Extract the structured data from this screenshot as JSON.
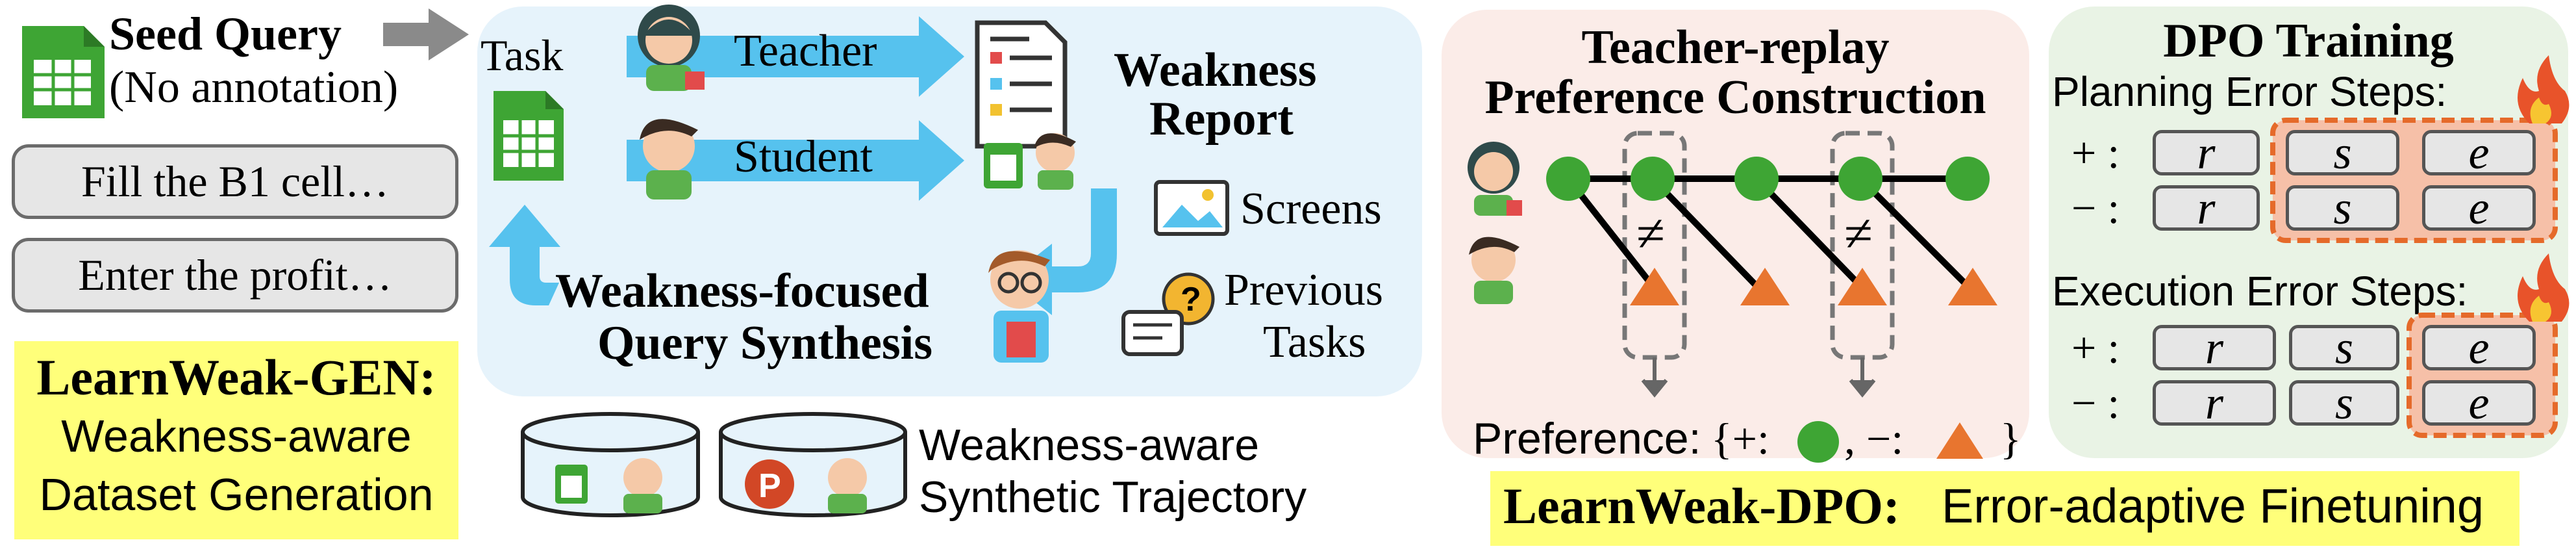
{
  "colors": {
    "blue_panel": "#e6f3fb",
    "pink_panel": "#fbece8",
    "green_panel": "#e9f3e5",
    "arrow_blue": "#56c2ee",
    "node_green": "#3ea534",
    "triangle_orange": "#e8752f",
    "highlight_yellow": "#ffff7a",
    "highlight_orange": "#f6c0a8",
    "dash_orange": "#e56a2a"
  },
  "seed": {
    "title": "Seed Query",
    "subtitle": "(No annotation)",
    "queries": [
      "Fill the B1 cell…",
      "Enter the profit…"
    ]
  },
  "gen": {
    "title": "LearnWeak-GEN:",
    "line1": "Weakness-aware",
    "line2": "Dataset Generation"
  },
  "pipeline": {
    "task": "Task",
    "teacher": "Teacher",
    "student": "Student",
    "report_line1": "Weakness",
    "report_line2": "Report",
    "screens": "Screens",
    "previous_line1": "Previous",
    "previous_line2": "Tasks",
    "synth_line1": "Weakness-focused",
    "synth_line2": "Query Synthesis"
  },
  "trajectory": {
    "line1": "Weakness-aware",
    "line2": "Synthetic Trajectory"
  },
  "replay": {
    "title_line1": "Teacher-replay",
    "title_line2": "Preference Construction",
    "neq": "≠",
    "preference_label": "Preference:",
    "pref_open": "{+:",
    "pref_mid": ", −:",
    "pref_close": "}"
  },
  "dpo": {
    "title": "DPO Training",
    "planning": "Planning Error Steps:",
    "execution": "Execution Error Steps:",
    "plus": "+ :",
    "minus": "− :",
    "tokens": [
      "r",
      "s",
      "e"
    ]
  },
  "dpo_banner": {
    "title": "LearnWeak-DPO:",
    "subtitle": "Error-adaptive Finetuning"
  }
}
